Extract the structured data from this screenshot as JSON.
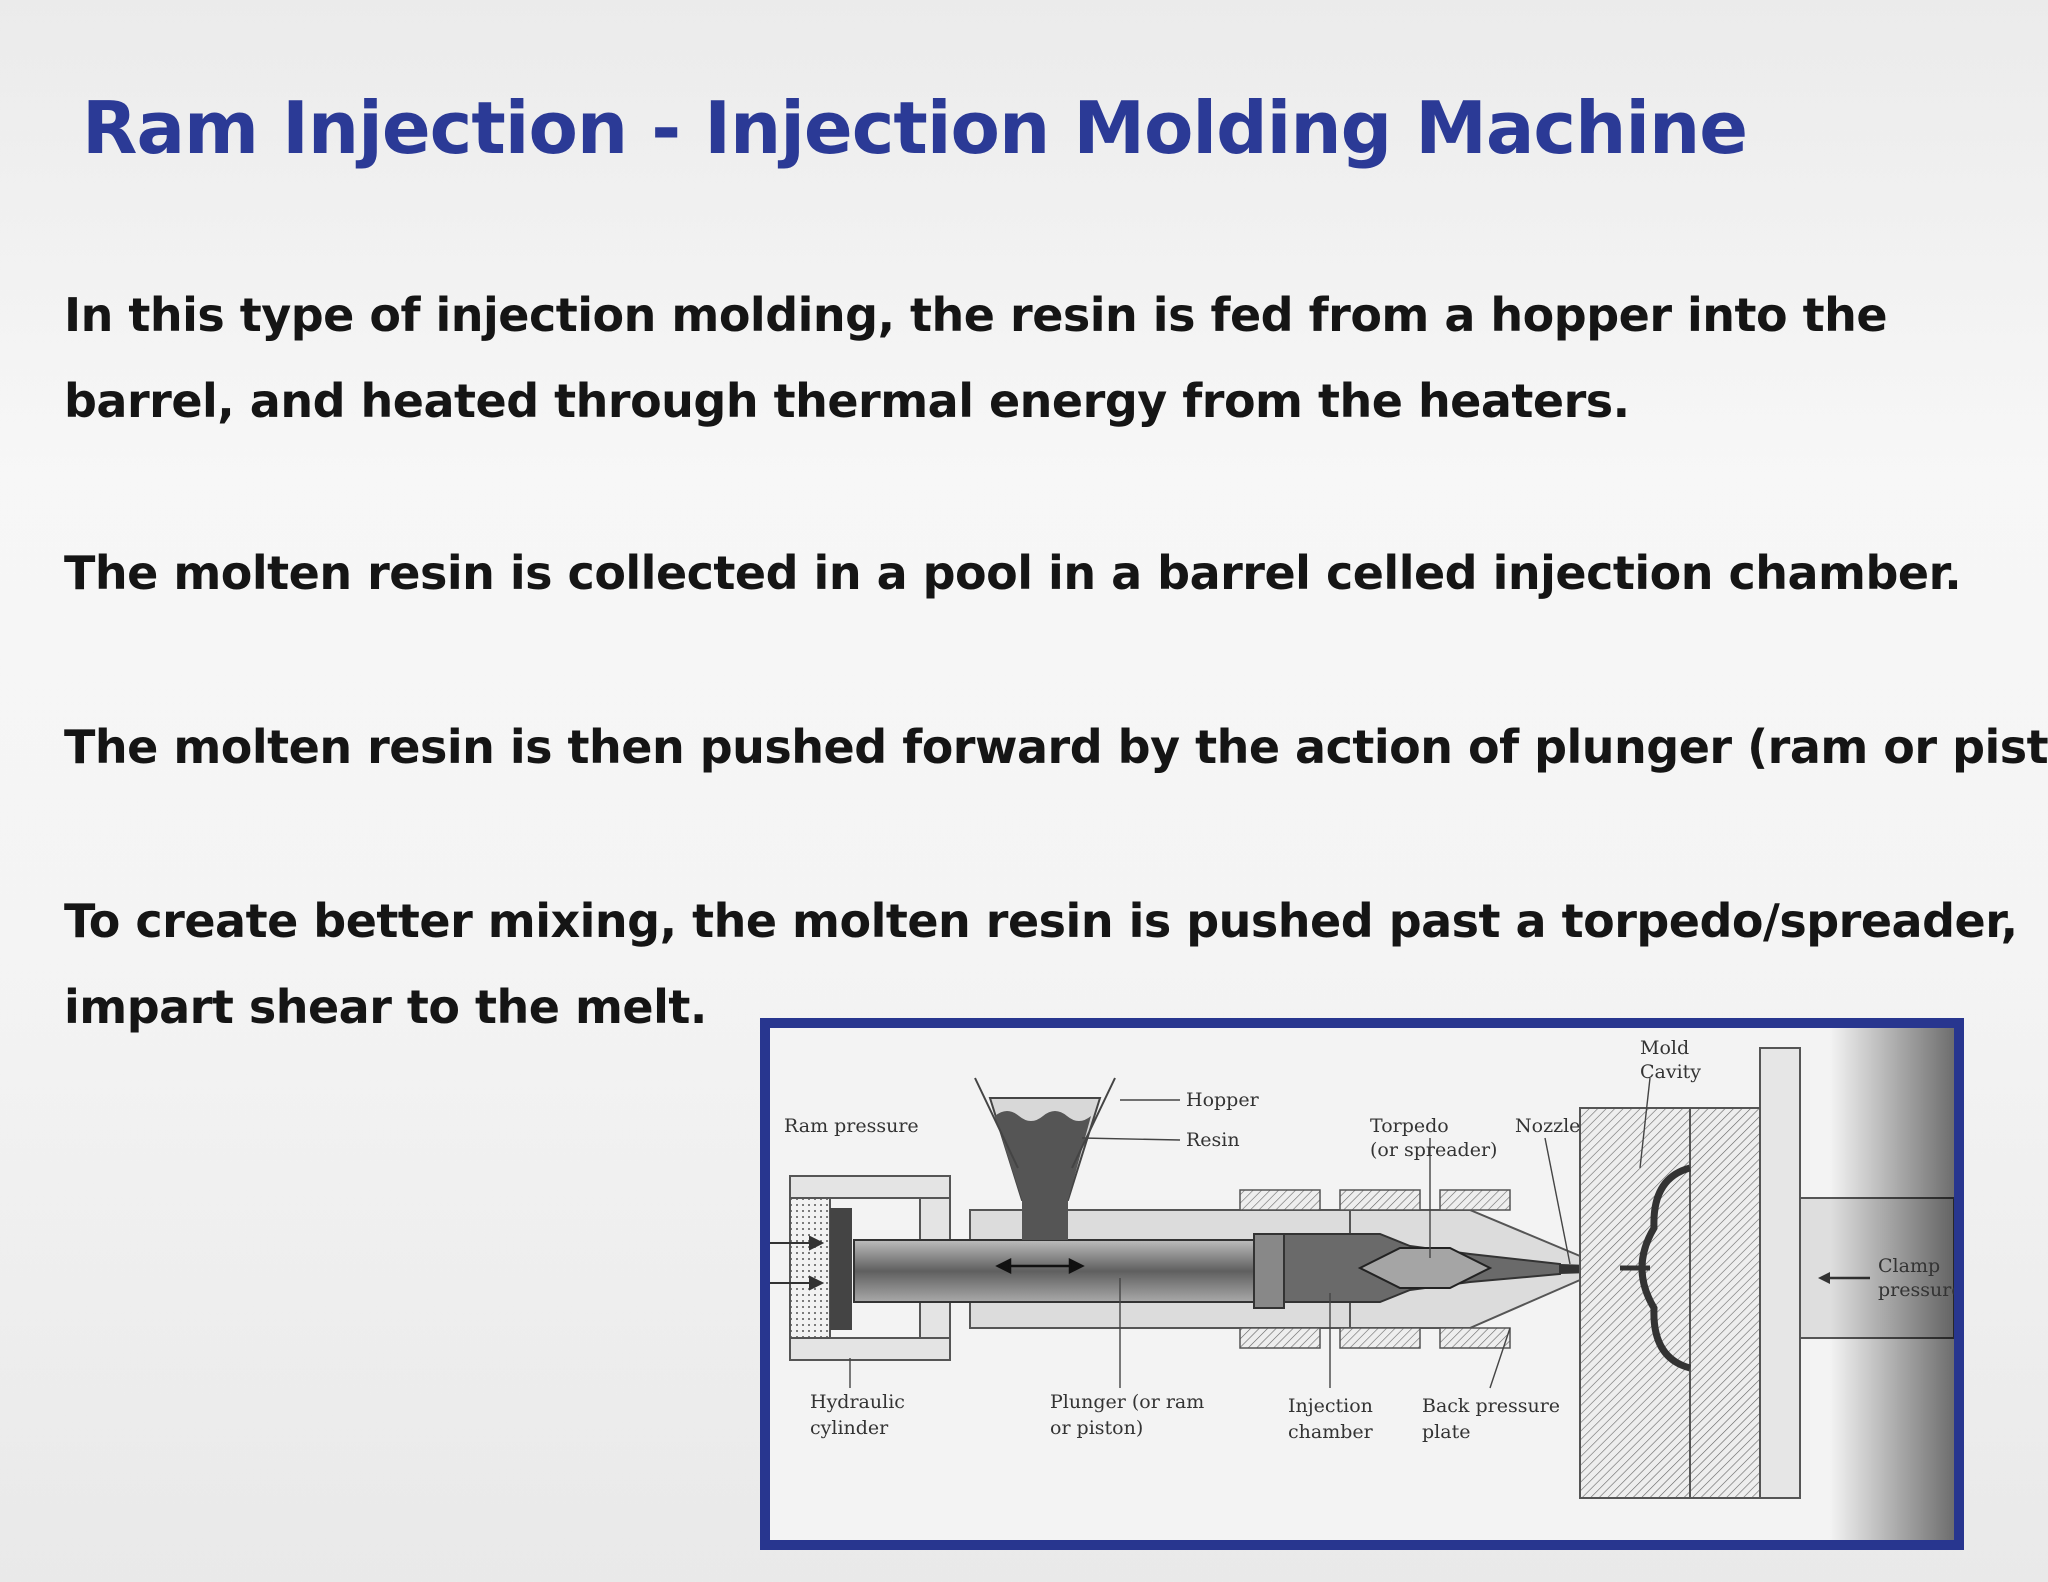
{
  "title": "Ram Injection - Injection Molding Machine",
  "paragraphs": [
    {
      "lines": [
        "In this type of injection molding, the resin is fed from a hopper into the",
        "barrel, and heated through thermal energy from the heaters."
      ]
    },
    {
      "lines": [
        "The molten resin is collected in a pool in a barrel celled injection chamber."
      ]
    },
    {
      "lines": [
        "The molten resin is then pushed forward by the action of plunger (ram or piston)."
      ]
    },
    {
      "lines": [
        "To create better mixing, the molten resin is pushed past a torpedo/spreader,",
        "impart shear to the melt."
      ]
    }
  ],
  "diagram": {
    "labels": {
      "ram_pressure": "Ram pressure",
      "hopper": "Hopper",
      "resin": "Resin",
      "torpedo_line1": "Torpedo",
      "torpedo_line2": "(or spreader)",
      "nozzle": "Nozzle",
      "mold_cavity_line1": "Mold",
      "mold_cavity_line2": "Cavity",
      "hydraulic_line1": "Hydraulic",
      "hydraulic_line2": "cylinder",
      "plunger_line1": "Plunger (or ram",
      "plunger_line2": "or piston)",
      "injection_line1": "Injection",
      "injection_line2": "chamber",
      "back_pressure_line1": "Back pressure",
      "back_pressure_line2": "plate",
      "clamp_line1": "Clamp",
      "clamp_line2": "pressure"
    }
  }
}
